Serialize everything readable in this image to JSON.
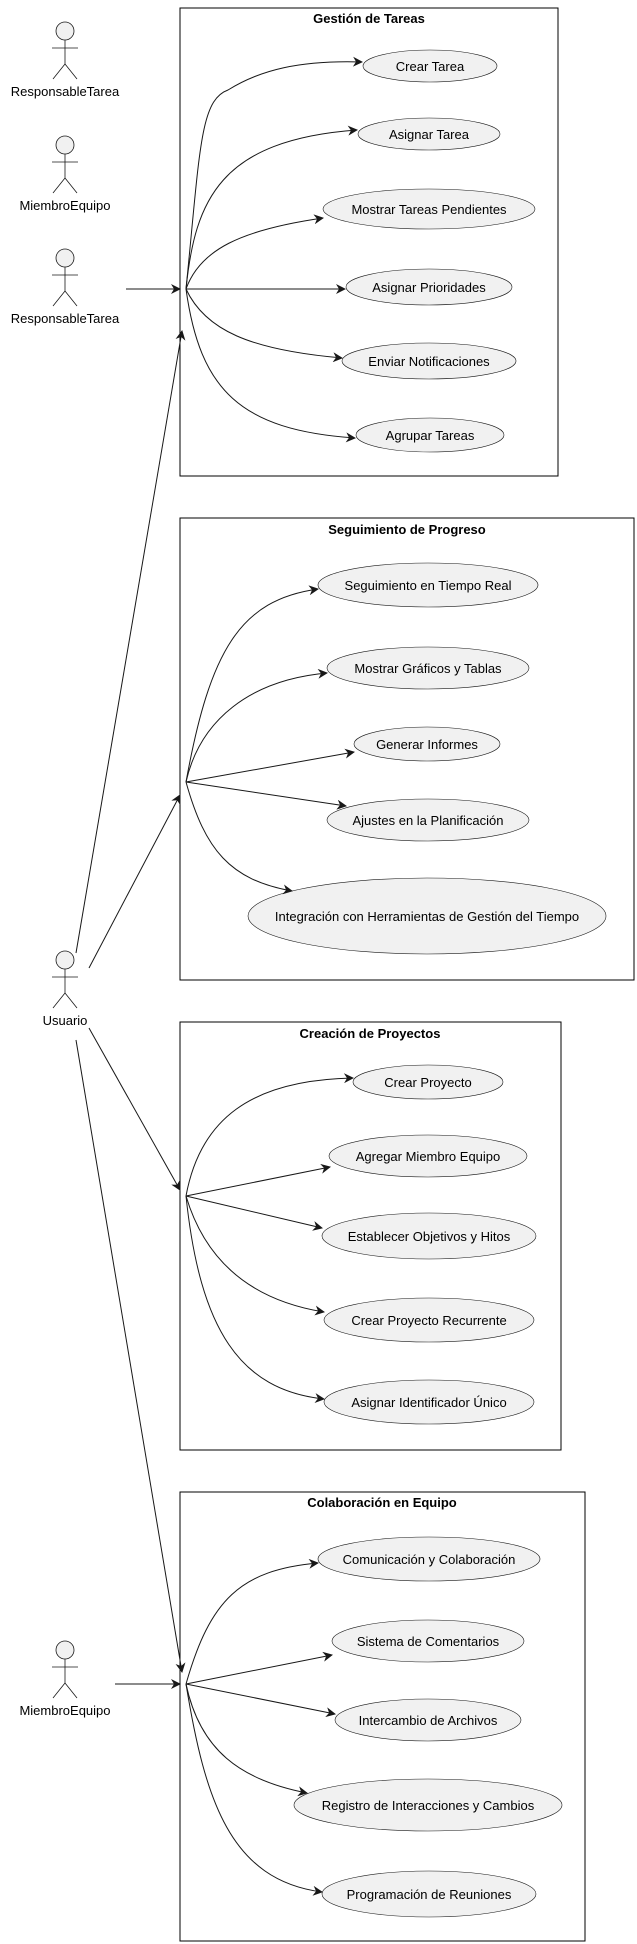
{
  "diagram": {
    "type": "use-case",
    "actors": [
      {
        "id": "actor-responsable-tarea-1",
        "label": "ResponsableTarea"
      },
      {
        "id": "actor-miembro-equipo-1",
        "label": "MiembroEquipo"
      },
      {
        "id": "actor-responsable-tarea-2",
        "label": "ResponsableTarea"
      },
      {
        "id": "actor-usuario",
        "label": "Usuario"
      },
      {
        "id": "actor-miembro-equipo-2",
        "label": "MiembroEquipo"
      }
    ],
    "packages": [
      {
        "id": "gestion-tareas",
        "title": "Gestión de Tareas",
        "use_cases": [
          "Crear Tarea",
          "Asignar Tarea",
          "Mostrar Tareas Pendientes",
          "Asignar Prioridades",
          "Enviar Notificaciones",
          "Agrupar Tareas"
        ]
      },
      {
        "id": "seguimiento-progreso",
        "title": "Seguimiento de Progreso",
        "use_cases": [
          "Seguimiento en Tiempo Real",
          "Mostrar Gráficos y Tablas",
          "Generar Informes",
          "Ajustes en la Planificación",
          "Integración con Herramientas de Gestión del Tiempo"
        ]
      },
      {
        "id": "creacion-proyectos",
        "title": "Creación de Proyectos",
        "use_cases": [
          "Crear Proyecto",
          "Agregar Miembro Equipo",
          "Establecer Objetivos y Hitos",
          "Crear Proyecto Recurrente",
          "Asignar Identificador Único"
        ]
      },
      {
        "id": "colaboracion-equipo",
        "title": "Colaboración en Equipo",
        "use_cases": [
          "Comunicación y Colaboración",
          "Sistema de Comentarios",
          "Intercambio de Archivos",
          "Registro de Interacciones y Cambios",
          "Programación de Reuniones"
        ]
      }
    ],
    "relations": [
      {
        "from": "ResponsableTarea",
        "to": "Gestión de Tareas"
      },
      {
        "from": "Usuario",
        "to": "Gestión de Tareas"
      },
      {
        "from": "Usuario",
        "to": "Seguimiento de Progreso"
      },
      {
        "from": "Usuario",
        "to": "Creación de Proyectos"
      },
      {
        "from": "Usuario",
        "to": "Colaboración en Equipo"
      },
      {
        "from": "MiembroEquipo",
        "to": "Colaboración en Equipo"
      }
    ]
  }
}
